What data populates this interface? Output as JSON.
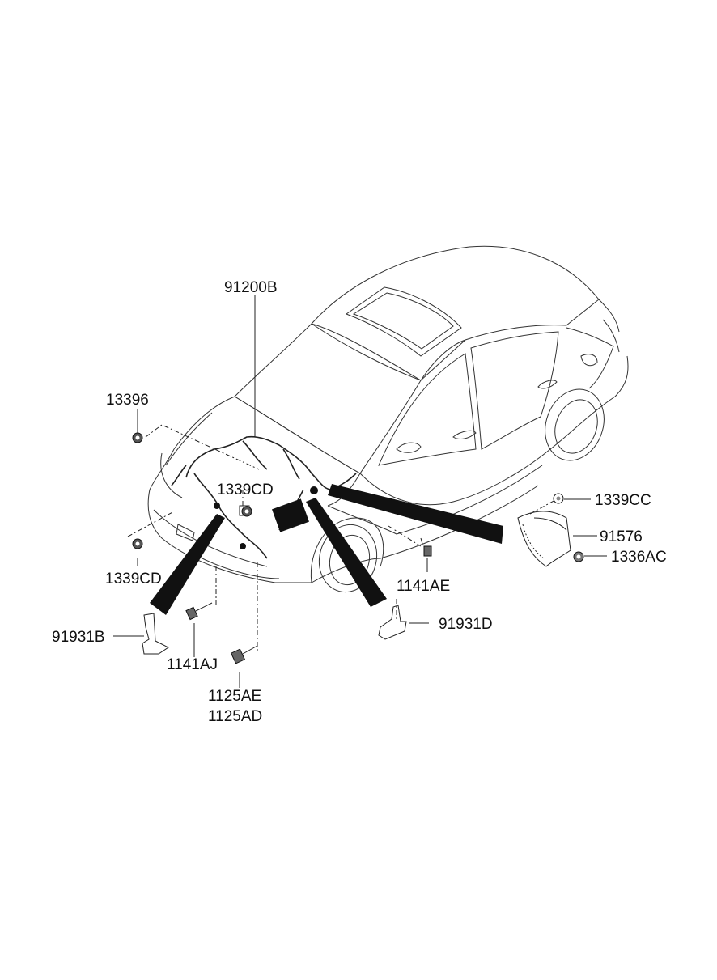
{
  "labels": {
    "main_harness": "91200B",
    "nut_left_top": "13396",
    "nut_mid": "1339CD",
    "nut_left_bottom": "1339CD",
    "bracket_left": "91931B",
    "bolt_left": "1141AJ",
    "bolt_bottom_1": "1125AE",
    "bolt_bottom_2": "1125AD",
    "bolt_right": "1141AE",
    "bracket_right": "91931D",
    "nut_right_top": "1339CC",
    "cover": "91576",
    "nut_right_bottom": "1336AC"
  }
}
